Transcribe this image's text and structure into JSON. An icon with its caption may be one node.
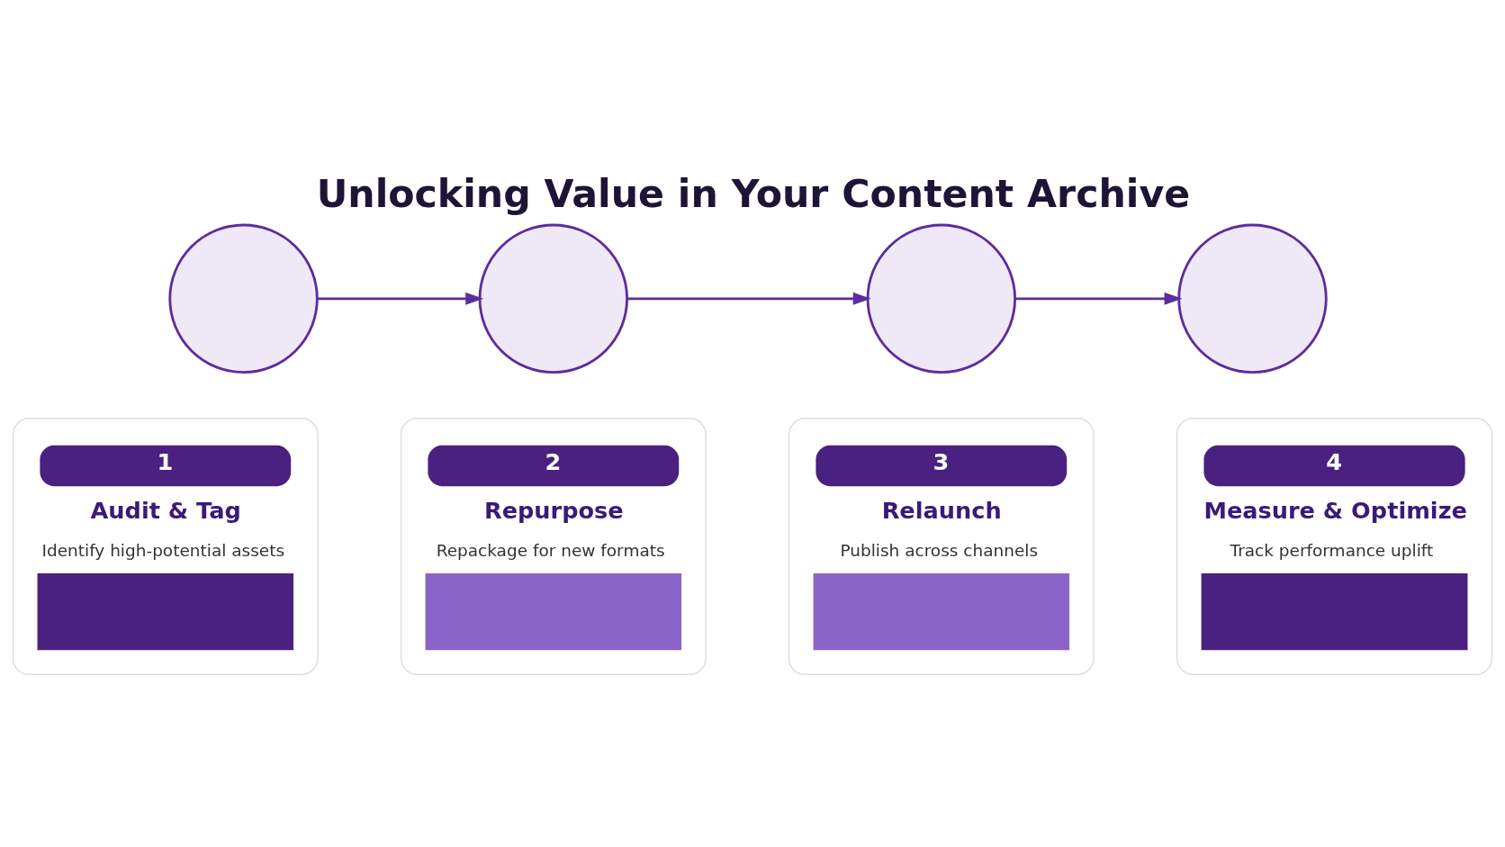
{
  "diagram": {
    "title": "Unlocking Value in Your Content Archive",
    "nodes": [
      {
        "text": [],
        "shape": "circle"
      },
      {
        "text": [],
        "shape": "circle"
      },
      {
        "text": [],
        "shape": "circle"
      },
      {
        "text": [],
        "shape": "circle"
      },
      {
        "text": [
          "1",
          "Audit & Tag",
          "Identify high-potential assets"
        ]
      },
      {
        "text": [
          "2",
          "Repurpose",
          "Repackage for new formats"
        ]
      },
      {
        "text": [
          "3",
          "Relaunch",
          "Publish across channels"
        ]
      },
      {
        "text": [
          "4",
          "Measure & Optimize",
          "Track performance uplift"
        ]
      }
    ],
    "edges": [
      {
        "from": 0,
        "to": 1,
        "arrow": "to"
      },
      {
        "from": 1,
        "to": 2,
        "arrow": "to"
      },
      {
        "from": 2,
        "to": 3,
        "arrow": "to"
      }
    ]
  }
}
